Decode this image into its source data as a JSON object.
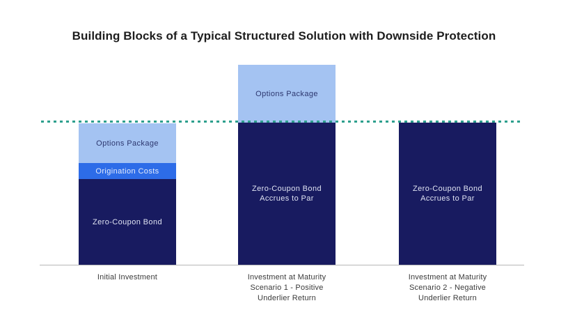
{
  "title": "Building Blocks of a Typical Structured Solution with Downside Protection",
  "colors": {
    "background": "#ffffff",
    "title_text": "#1d1d1d",
    "category_text": "#3a3a3a",
    "axis_line": "#b7b7b7",
    "par_dash": "#2d9f8d",
    "navy": "#181b60",
    "bright_blue": "#2d6ce8",
    "light_blue": "#a4c3f2"
  },
  "chart_data": {
    "type": "bar",
    "stacked": true,
    "title": "Building Blocks of a Typical Structured Solution with Downside Protection",
    "value_axis": "none shown; segment values estimated relative to par level = 100",
    "ylim": [
      0,
      141
    ],
    "grid": false,
    "legend": false,
    "par_line": {
      "value": 100,
      "style": "dashed",
      "color": "#2d9f8d"
    },
    "categories": [
      "Initial Investment",
      "Investment at Maturity\nScenario 1 - Positive\nUnderlier Return",
      "Investment at Maturity\nScenario 2 - Negative\nUnderlier Return"
    ],
    "bars": [
      {
        "category": "Initial Investment",
        "segments": [
          {
            "label": "Zero-Coupon Bond",
            "value": 60.5,
            "color": "#181b60",
            "text_color": "#dfe3f2"
          },
          {
            "label": "Origination Costs",
            "value": 11.5,
            "color": "#2d6ce8",
            "text_color": "#e6ecfb"
          },
          {
            "label": "Options Package",
            "value": 28,
            "color": "#a4c3f2",
            "text_color": "#2c366e"
          }
        ]
      },
      {
        "category": "Investment at Maturity\nScenario 1 - Positive\nUnderlier Return",
        "segments": [
          {
            "label": "Zero-Coupon Bond\nAccrues to Par",
            "value": 100,
            "color": "#181b60",
            "text_color": "#dfe3f2"
          },
          {
            "label": "Options Package",
            "value": 40.7,
            "color": "#a4c3f2",
            "text_color": "#2c366e"
          }
        ]
      },
      {
        "category": "Investment at Maturity\nScenario 2 - Negative\nUnderlier Return",
        "segments": [
          {
            "label": "Zero-Coupon Bond\nAccrues to Par",
            "value": 100,
            "color": "#181b60",
            "text_color": "#dfe3f2"
          }
        ]
      }
    ]
  }
}
